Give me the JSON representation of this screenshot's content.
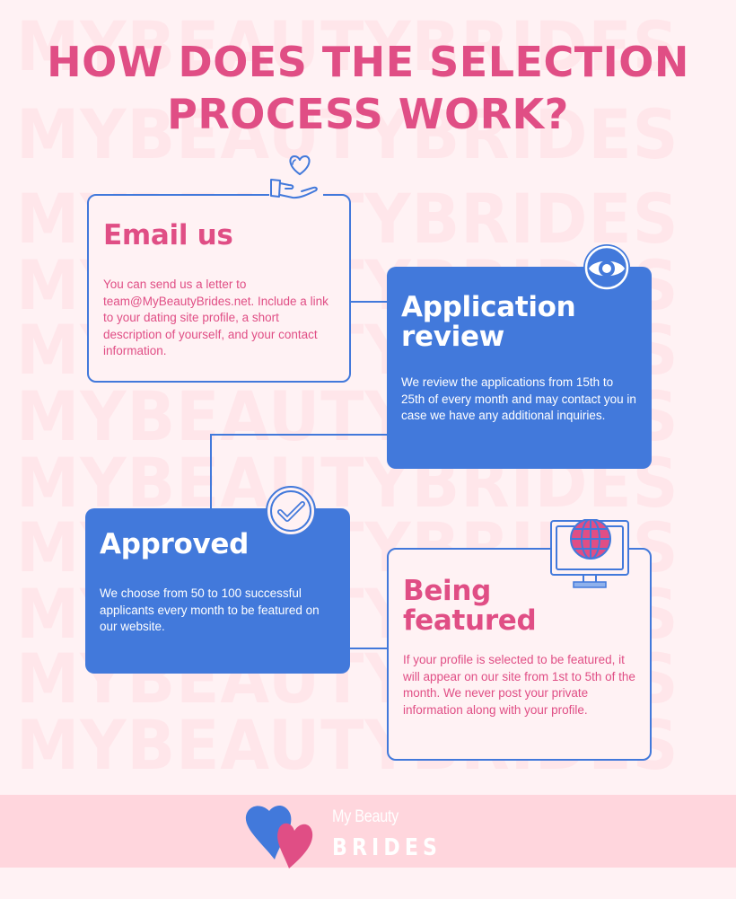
{
  "watermark": {
    "text": "MYBEAUTYBRIDES"
  },
  "header": {
    "title_line1": "HOW DOES THE SELECTION",
    "title_line2": "PROCESS WORK?"
  },
  "steps": [
    {
      "title": "Email us",
      "body": "You can send us a letter to team@MyBeautyBrides.net. Include a link to your dating site profile, a short description of yourself, and your contact information.",
      "icon": "heart-in-hand-icon",
      "style": "outline"
    },
    {
      "title_line1": "Application",
      "title_line2": "review",
      "body": "We review the applications from 15th to 25th of every month and may contact you in case we have any additional inquiries.",
      "icon": "eye-icon",
      "style": "filled"
    },
    {
      "title": "Approved",
      "body": "We choose from 50 to 100 successful applicants every month to be featured on our website.",
      "icon": "checkmark-circle-icon",
      "style": "filled"
    },
    {
      "title_line1": "Being",
      "title_line2": "featured",
      "body": "If your profile is selected to be featured, it will appear on our site from 1st to 5th of the month. We never post your private information along with your profile.",
      "icon": "monitor-globe-icon",
      "style": "outline"
    }
  ],
  "footer": {
    "logo_line1": "My Beauty",
    "logo_line2": "BRIDES",
    "logo_icon": "two-hearts-icon"
  },
  "colors": {
    "background": "#FFF2F4",
    "pink": "#E04E85",
    "blue": "#4279DB",
    "footer_band": "#FFD6DD",
    "watermark": "#FFE6EA"
  }
}
